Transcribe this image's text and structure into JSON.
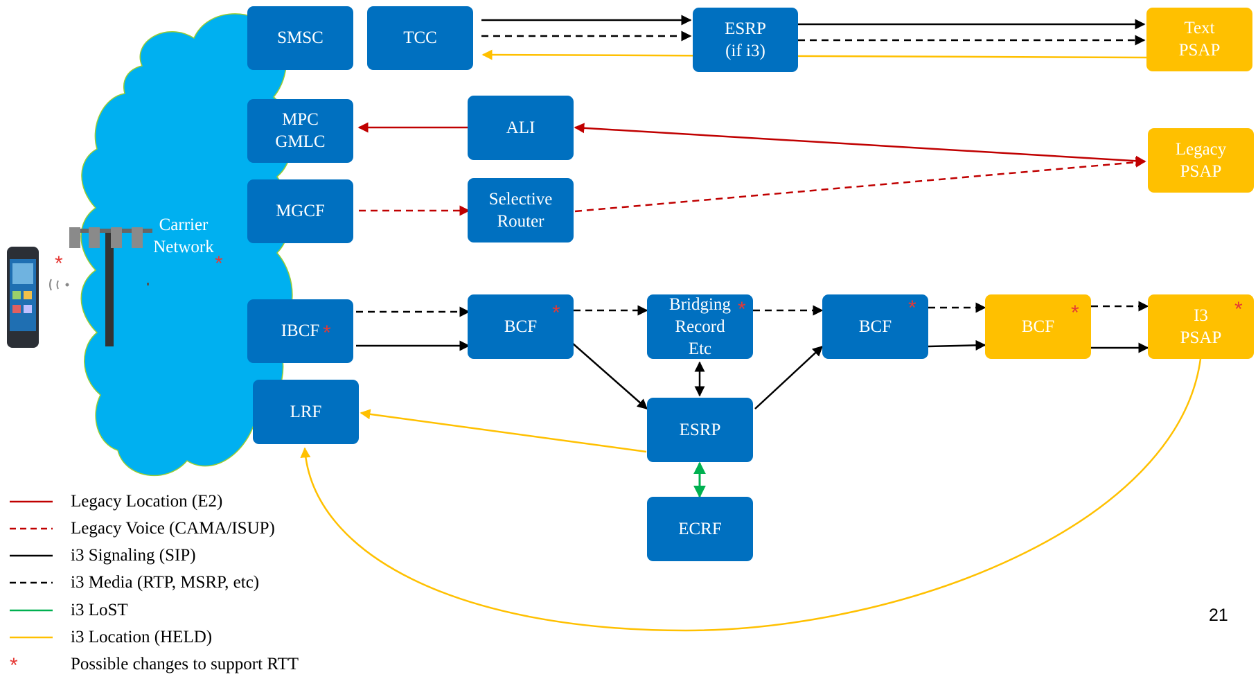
{
  "cloud_label": "Carrier\nNetwork",
  "nodes": {
    "smsc": "SMSC",
    "tcc": "TCC",
    "esrp_top": "ESRP\n(if i3)",
    "text_psap": "Text\nPSAP",
    "mpc": "MPC\nGMLC",
    "ali": "ALI",
    "legacy_psap": "Legacy\nPSAP",
    "mgcf": "MGCF",
    "selective_router": "Selective\nRouter",
    "ibcf": "IBCF",
    "bcf1": "BCF",
    "bridging": "Bridging\nRecord\nEtc",
    "bcf2": "BCF",
    "bcf3": "BCF",
    "i3_psap": "I3\nPSAP",
    "lrf": "LRF",
    "esrp": "ESRP",
    "ecrf": "ECRF"
  },
  "legend": [
    {
      "text": "Legacy Location (E2)",
      "style": "red-solid"
    },
    {
      "text": "Legacy Voice (CAMA/ISUP)",
      "style": "red-dashed"
    },
    {
      "text": "i3 Signaling (SIP)",
      "style": "black-solid"
    },
    {
      "text": "i3 Media (RTP, MSRP, etc)",
      "style": "black-dashed"
    },
    {
      "text": "i3 LoST",
      "style": "green-solid"
    },
    {
      "text": "i3 Location (HELD)",
      "style": "gold-solid"
    },
    {
      "text": "Possible changes to support RTT",
      "style": "asterisk"
    }
  ],
  "asterisk": "*",
  "page_number": "21",
  "colors": {
    "node_blue": "#0070c0",
    "psap_gold": "#ffc000",
    "cloud": "#00b0f0",
    "red": "#c00000",
    "green": "#00b050",
    "gold_line": "#ffc000",
    "asterisk": "#e53935"
  }
}
